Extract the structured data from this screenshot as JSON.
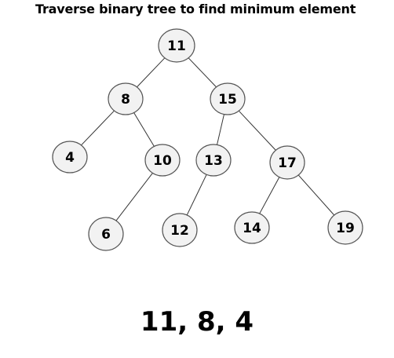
{
  "title": "Traverse binary tree to find minimum element",
  "tree": {
    "nodes": [
      {
        "id": "n11",
        "label": "11"
      },
      {
        "id": "n8",
        "label": "8"
      },
      {
        "id": "n15",
        "label": "15"
      },
      {
        "id": "n4",
        "label": "4"
      },
      {
        "id": "n10",
        "label": "10"
      },
      {
        "id": "n13",
        "label": "13"
      },
      {
        "id": "n17",
        "label": "17"
      },
      {
        "id": "n6",
        "label": "6"
      },
      {
        "id": "n12",
        "label": "12"
      },
      {
        "id": "n14",
        "label": "14"
      },
      {
        "id": "n19",
        "label": "19"
      }
    ],
    "edges": [
      [
        "n11",
        "n8"
      ],
      [
        "n11",
        "n15"
      ],
      [
        "n8",
        "n4"
      ],
      [
        "n8",
        "n10"
      ],
      [
        "n10",
        "n6"
      ],
      [
        "n15",
        "n13"
      ],
      [
        "n15",
        "n17"
      ],
      [
        "n13",
        "n12"
      ],
      [
        "n17",
        "n14"
      ],
      [
        "n17",
        "n19"
      ]
    ],
    "colors": {
      "node_fill": "#f2f2f2",
      "node_stroke": "#555555",
      "edge": "#333333",
      "text": "#000000"
    }
  },
  "result": "11, 8, 4"
}
